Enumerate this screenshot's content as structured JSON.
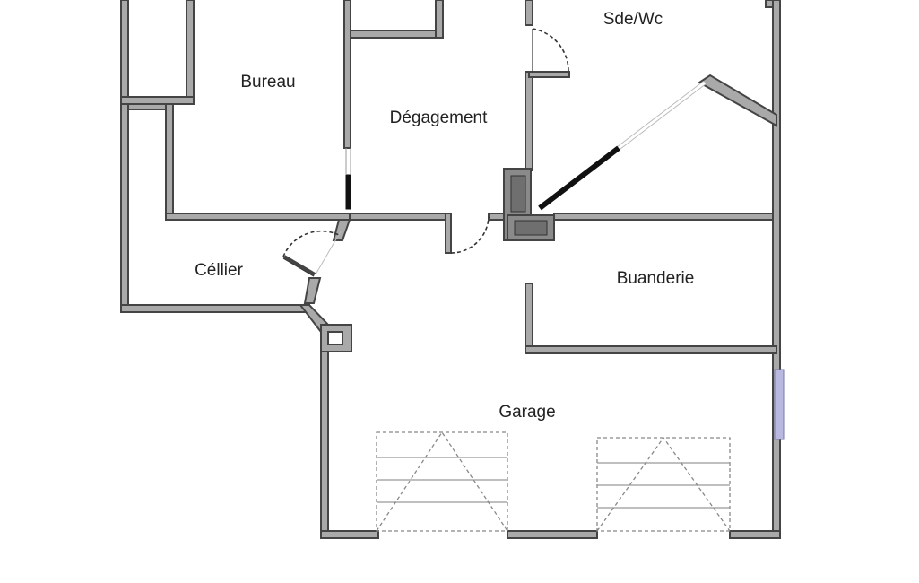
{
  "rooms": {
    "bureau": "Bureau",
    "degagement": "Dégagement",
    "sdewc": "Sde/Wc",
    "cellier": "Céllier",
    "buanderie": "Buanderie",
    "garage": "Garage"
  },
  "colors": {
    "wall_fill": "#a9a9a9",
    "wall_stroke": "#444444",
    "window": "#b8b8e0",
    "background": "#ffffff"
  }
}
